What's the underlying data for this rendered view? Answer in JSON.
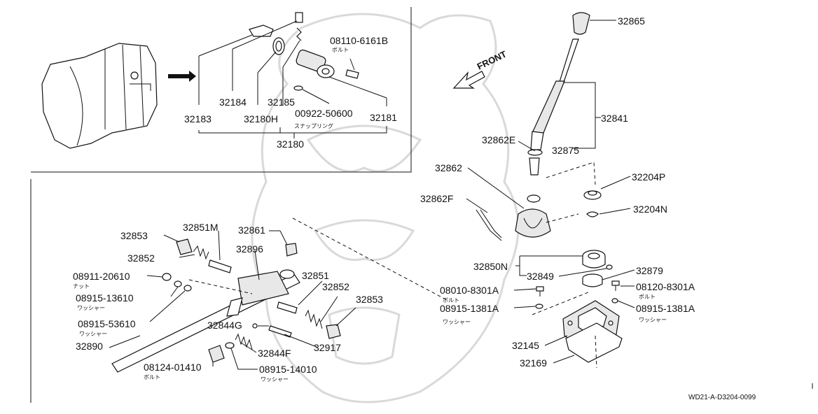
{
  "labels": {
    "p32865": "32865",
    "p32841": "32841",
    "p32875": "32875",
    "p32862E": "32862E",
    "p32862": "32862",
    "p32204P": "32204P",
    "p32862F": "32862F",
    "p32204N": "32204N",
    "p08110": "08110-6161B",
    "p08110_jp": "ボルト",
    "p32184": "32184",
    "p32185": "32185",
    "p00922": "00922-50600",
    "p00922_jp": "スナップリング",
    "p32183": "32183",
    "p32180H": "32180H",
    "p32181": "32181",
    "p32180": "32180",
    "p32853a": "32853",
    "p32851M": "32851M",
    "p32861": "32861",
    "p32852a": "32852",
    "p32896": "32896",
    "p08911": "08911-20610",
    "p08911_jp": "ナット",
    "p32851": "32851",
    "p08915_13610": "08915-13610",
    "p08915_13610_jp": "ワッシャー",
    "p32852b": "32852",
    "p32853b": "32853",
    "p08915_53610": "08915-53610",
    "p08915_53610_jp": "ワッシャー",
    "p32844G": "32844G",
    "p32890": "32890",
    "p32844F": "32844F",
    "p32917": "32917",
    "p08124": "08124-01410",
    "p08124_jp": "ボルト",
    "p08915_14010": "08915-14010",
    "p08915_14010_jp": "ワッシャー",
    "p32850N": "32850N",
    "p32849": "32849",
    "p32879": "32879",
    "p08010": "08010-8301A",
    "p08010_jp": "ボルト",
    "p08120": "08120-8301A",
    "p08120_jp": "ボルト",
    "p08915_1381A_a": "08915-1381A",
    "p08915_1381A_a_jp": "ワッシャー",
    "p08915_1381A_b": "08915-1381A",
    "p08915_1381A_b_jp": "ワッシャー",
    "p32145": "32145",
    "p32169": "32169"
  },
  "front_label": "FRONT",
  "reference_code": "WD21-A-D3204-0099"
}
